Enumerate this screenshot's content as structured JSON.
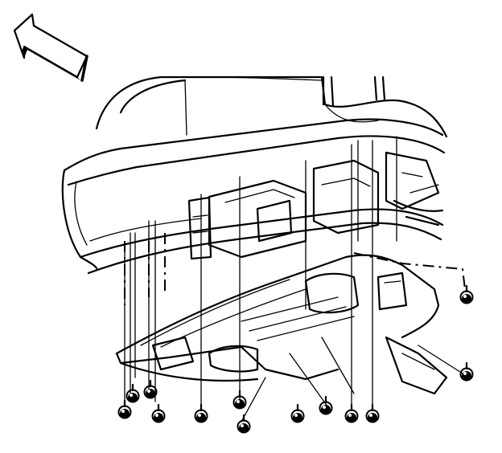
{
  "diagram": {
    "subject": "front-bumper-lower-air-deflector-installation",
    "direction_arrow": {
      "icon": "forward-direction-arrow-icon",
      "points_toward": "upper-left"
    },
    "fastener_count": 13,
    "colors": {
      "line": "#000000",
      "background": "#ffffff"
    }
  }
}
